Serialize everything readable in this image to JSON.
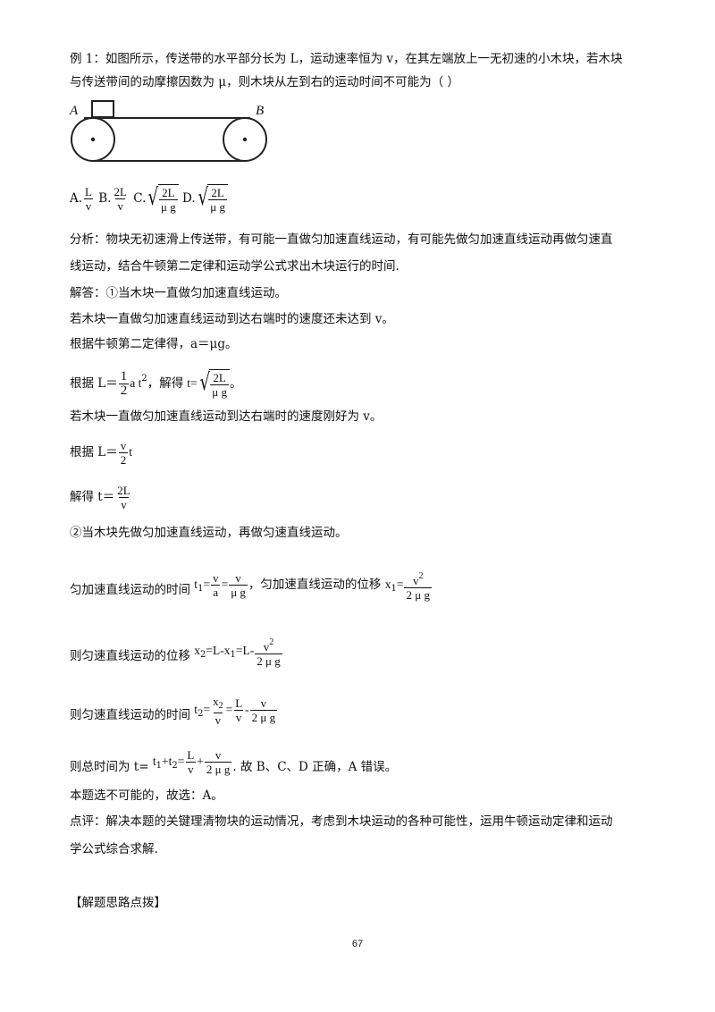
{
  "problem": {
    "line1": "例 1：如图所示，传送带的水平部分长为 L，运动速率恒为 v，在其左端放上一无初速的小木块，若木块",
    "line2": "与传送带间的动摩擦因数为 μ，则木块从左到右的运动时间不可能为（        ）"
  },
  "figure": {
    "label_a": "A",
    "label_b": "B"
  },
  "options": {
    "a_label": "A.",
    "a_num": "L",
    "a_den": "v",
    "b_label": "B.",
    "b_num": "2L",
    "b_den": "v",
    "c_label": "C.",
    "c_num": "2L",
    "c_den": "μ g",
    "d_label": "D.",
    "d_num": "2L",
    "d_den": "μ g"
  },
  "analysis": {
    "line1": "分析：物块无初速滑上传送带，有可能一直做匀加速直线运动，有可能先做匀加速直线运动再做匀速直",
    "line2": "线运动，结合牛顿第二定律和运动学公式求出木块运行的时间."
  },
  "solution": {
    "case1_title": "解答：①当木块一直做匀加速直线运动。",
    "case1a": "若木块一直做匀加速直线运动到达右端时的速度还未达到 v。",
    "newton": "根据牛顿第二定律得，a＝μg。",
    "eq1_prefix": "根据 L＝",
    "eq1_half_num": "1",
    "eq1_half_den": "2",
    "eq1_at": "a t",
    "eq1_sq": "2",
    "eq1_mid": "，解得",
    "eq1_t": "t=",
    "eq1_num": "2L",
    "eq1_den": "μ g",
    "eq1_end": "。",
    "case1b": "若木块一直做匀加速直线运动到达右端时的速度刚好为 v。",
    "eq2_prefix": "根据 L＝",
    "eq2_num": "v",
    "eq2_den": "2",
    "eq2_t": "t",
    "eq3_prefix": "解得 t＝",
    "eq3_num": "2L",
    "eq3_den": "v",
    "case2_title": "②当木块先做匀加速直线运动，再做匀速直线运动。",
    "acc_time_label": "匀加速直线运动的时间",
    "acc_t": "t",
    "acc_t_sub": "1",
    "acc_eq1": "=",
    "acc_f1_num": "v",
    "acc_f1_den": "a",
    "acc_eq2": "=",
    "acc_f2_num": "v",
    "acc_f2_den": "μ g",
    "acc_disp_label": "，匀加速直线运动的位移",
    "acc_x": "x",
    "acc_x_sub": "1",
    "acc_x_eq": "=",
    "acc_x_num": "v",
    "acc_x_sup": "2",
    "acc_x_den": "2 μ g",
    "uni_disp_label": "则匀速直线运动的位移",
    "uni_x_expr_a": "x",
    "uni_x_sub": "2",
    "uni_x_expr_b": "=L-x",
    "uni_x_sub2": "1",
    "uni_x_expr_c": "=L-",
    "uni_x_num": "v",
    "uni_x_sup": "2",
    "uni_x_den": "2 μ g",
    "uni_time_label": "则匀速直线运动的时间",
    "uni_t": "t",
    "uni_t_sub": "2",
    "uni_t_eq": "=",
    "uni_f1_num": "x",
    "uni_f1_num_sub": "2",
    "uni_f1_den": "v",
    "uni_t_eq2": "=",
    "uni_f2_num": "L",
    "uni_f2_den": "v",
    "uni_minus": "-",
    "uni_f3_num": "v",
    "uni_f3_den": "2 μ g",
    "total_label": "则总时间为 t=",
    "total_t1": "t",
    "total_t1_sub": "1",
    "total_plus": "+t",
    "total_t2_sub": "2",
    "total_eq": "=",
    "total_f1_num": "L",
    "total_f1_den": "v",
    "total_plus2": "+",
    "total_f2_num": "v",
    "total_f2_den": "2 μ g",
    "total_end": ". 故 B、C、D 正确，A 错误。",
    "answer": "本题选不可能的，故选：A。"
  },
  "comment": {
    "line1": "点评：解决本题的关键理清物块的运动情况，考虑到木块运动的各种可能性，运用牛顿运动定律和运动",
    "line2": "学公式综合求解."
  },
  "tips_heading": "【解题思路点拨】",
  "page_number": "67"
}
